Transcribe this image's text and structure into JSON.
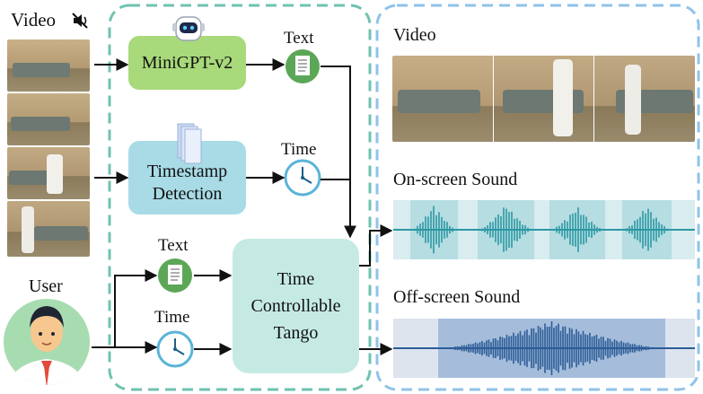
{
  "left_panel": {
    "video_label": "Video",
    "user_label": "User",
    "text_label_1": "Text",
    "time_label_1": "Time",
    "text_label_2": "Text",
    "time_label_2": "Time",
    "minigpt_label": "MiniGPT-v2",
    "timestamp_label_line1": "Timestamp",
    "timestamp_label_line2": "Detection",
    "tango_line1": "Time",
    "tango_line2": "Controllable",
    "tango_line3": "Tango"
  },
  "right_panel": {
    "video_label": "Video",
    "onscreen_label": "On-screen Sound",
    "offscreen_label": "Off-screen Sound"
  },
  "colors": {
    "minigpt_fill": "#a8d97a",
    "timestamp_fill": "#a8dbe6",
    "tango_fill": "#c5eae4",
    "left_dash": "#6fc2b0",
    "right_dash": "#8fc3ea",
    "wave_onscreen": "#2d98a4",
    "wave_offscreen": "#2c5c97"
  },
  "icons": [
    "mute-icon",
    "robot-icon",
    "document-icon",
    "clock-icon",
    "user-avatar-icon"
  ]
}
